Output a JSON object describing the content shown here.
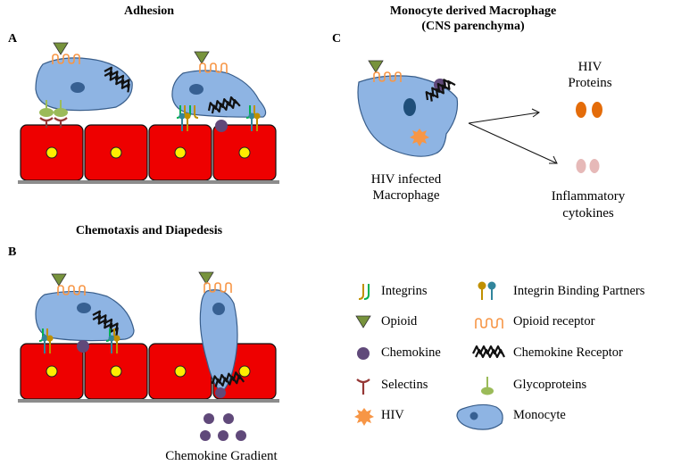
{
  "panels": {
    "a": {
      "letter": "A",
      "title": "Adhesion"
    },
    "b": {
      "letter": "B",
      "title": "Chemotaxis and Diapedesis",
      "gradient_label": "Chemokine Gradient"
    },
    "c": {
      "letter": "C",
      "title_line1": "Monocyte derived Macrophage",
      "title_line2": "(CNS parenchyma)",
      "macrophage_label_1": "HIV infected",
      "macrophage_label_2": "Macrophage",
      "proteins_label_1": "HIV",
      "proteins_label_2": "Proteins",
      "cytokines_label_1": "Inflammatory",
      "cytokines_label_2": "cytokines"
    }
  },
  "legend": {
    "integrins": "Integrins",
    "integrin_binding_partners": "Integrin Binding Partners",
    "opioid": "Opioid",
    "opioid_receptor": "Opioid receptor",
    "chemokine": "Chemokine",
    "chemokine_receptor": "Chemokine Receptor",
    "selectins": "Selectins",
    "glycoproteins": "Glycoproteins",
    "hiv": "HIV",
    "monocyte": "Monocyte"
  },
  "colors": {
    "endothelial_cell": "#ee0000",
    "nucleus": "#ffee00",
    "monocyte": "#8eb4e3",
    "monocyte_nucleus": "#376092",
    "opioid": "#77933c",
    "opioid_receptor": "#f79646",
    "chemokine": "#60497a",
    "hiv": "#f79646",
    "hiv_proteins": "#e46c0a",
    "cytokines": "#e6b9b8",
    "glycoprotein": "#9bbb59",
    "selectin": "#953735",
    "integrin_a": "#00b050",
    "integrin_b": "#c09000"
  }
}
